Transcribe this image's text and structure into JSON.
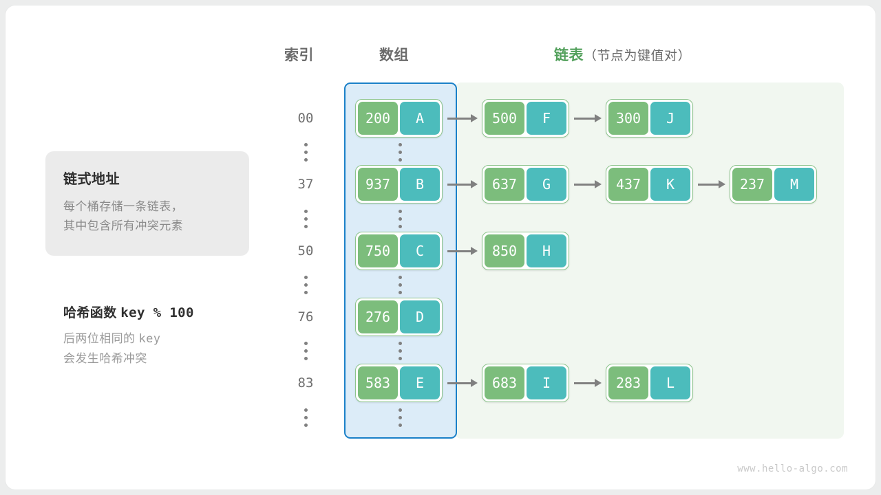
{
  "headers": {
    "index": "索引",
    "array": "数组",
    "list_main": "链表",
    "list_sub": "（节点为键值对）"
  },
  "colors": {
    "array_region_fill": "#dcecf8",
    "array_region_border": "#1a80c8",
    "list_region_fill": "#f1f7f0",
    "node_border": "#8cc48c",
    "node_key_fill": "#7cbd7c",
    "node_value_fill": "#4cbcbc",
    "arrow": "#808080",
    "accent_green_text": "#52a05b",
    "note_card_bg": "#ebebeb"
  },
  "note": {
    "title": "链式地址",
    "line1": "每个桶存储一条链表，",
    "line2": "其中包含所有冲突元素"
  },
  "hash": {
    "title_prefix": "哈希函数 ",
    "title_code": "key % 100",
    "body_line1_prefix": "后两位相同的 ",
    "body_line1_code": "key",
    "body_line2": "会发生哈希冲突"
  },
  "ellipsis_glyph": "⋮",
  "watermark": "www.hello-algo.com",
  "buckets": [
    {
      "index": "00",
      "array_node": {
        "key": "200",
        "value": "A"
      },
      "chain": [
        {
          "key": "500",
          "value": "F"
        },
        {
          "key": "300",
          "value": "J"
        }
      ]
    },
    {
      "index": "37",
      "array_node": {
        "key": "937",
        "value": "B"
      },
      "chain": [
        {
          "key": "637",
          "value": "G"
        },
        {
          "key": "437",
          "value": "K"
        },
        {
          "key": "237",
          "value": "M"
        }
      ]
    },
    {
      "index": "50",
      "array_node": {
        "key": "750",
        "value": "C"
      },
      "chain": [
        {
          "key": "850",
          "value": "H"
        }
      ]
    },
    {
      "index": "76",
      "array_node": {
        "key": "276",
        "value": "D"
      },
      "chain": []
    },
    {
      "index": "83",
      "array_node": {
        "key": "583",
        "value": "E"
      },
      "chain": [
        {
          "key": "683",
          "value": "I"
        },
        {
          "key": "283",
          "value": "L"
        }
      ]
    }
  ]
}
